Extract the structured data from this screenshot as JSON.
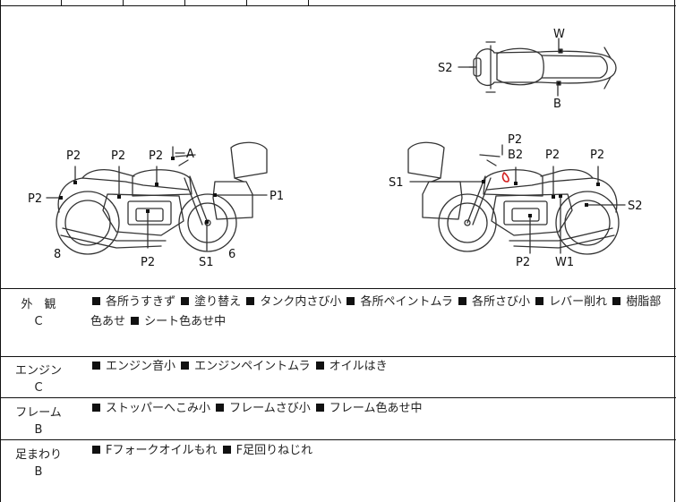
{
  "diagram": {
    "labels": {
      "top_w": "W",
      "top_s2": "S2",
      "top_b": "B",
      "left_p2_a": "P2",
      "left_p2_b": "P2",
      "left_p2_c": "P2",
      "left_a": "A",
      "left_p2_side": "P2",
      "left_p1": "P1",
      "left_8": "8",
      "left_p2_bottom": "P2",
      "left_s1": "S1",
      "left_6": "6",
      "right_p2_top": "P2",
      "right_b2": "B2",
      "right_p2_mid": "P2",
      "right_p2_right": "P2",
      "right_s1": "S1",
      "right_s2": "S2",
      "right_p2_bottom": "P2",
      "right_w1": "W1"
    }
  },
  "rows": [
    {
      "name": "外　観",
      "grade": "C",
      "items": [
        "各所うすきず",
        "塗り替え",
        "タンク内さび小",
        "各所ペイントムラ",
        "各所さび小",
        "レバー削れ",
        "樹脂部色あせ",
        "シート色あせ中"
      ]
    },
    {
      "name": "エンジン",
      "grade": "C",
      "items": [
        "エンジン音小",
        "エンジンペイントムラ",
        "オイルはき"
      ]
    },
    {
      "name": "フレーム",
      "grade": "B",
      "items": [
        "ストッパーへこみ小",
        "フレームさび小",
        "フレーム色あせ中"
      ]
    },
    {
      "name": "足まわり",
      "grade": "B",
      "items": [
        "Fフォークオイルもれ",
        "F足回りねじれ"
      ]
    }
  ]
}
